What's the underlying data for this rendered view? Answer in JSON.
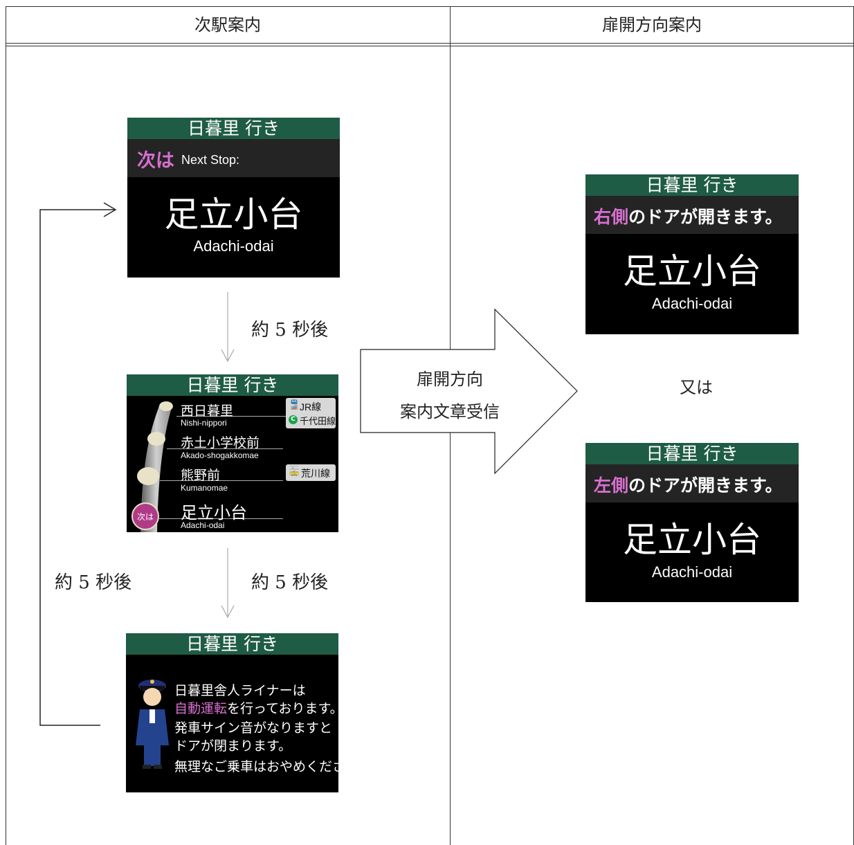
{
  "headers": {
    "left": "次駅案内",
    "right": "扉開方向案内"
  },
  "next_stop_screen": {
    "destination": "日暮里 行き",
    "next_ja": "次は",
    "next_en": "Next Stop:",
    "station_ja": "足立小台",
    "station_en": "Adachi-odai"
  },
  "route_screen": {
    "destination": "日暮里 行き",
    "stations": [
      {
        "ja": "西日暮里",
        "en": "Nishi-nippori"
      },
      {
        "ja": "赤土小学校前",
        "en": "Akado-shogakkomae"
      },
      {
        "ja": "熊野前",
        "en": "Kumanomae"
      },
      {
        "ja": "足立小台",
        "en": "Adachi-odai"
      }
    ],
    "next_marker": "次は",
    "transfer_jr": "JR線",
    "transfer_chiyoda": "千代田線",
    "transfer_arakawa": "荒川線"
  },
  "notice_screen": {
    "destination": "日暮里 行き",
    "line1": "日暮里舎人ライナーは",
    "line2_highlight": "自動運転",
    "line2_rest": "を行っております。",
    "line3": "発車サイン音がなりますと",
    "line4": "ドアが閉まります。",
    "line5": "無理なご乗車はおやめください。"
  },
  "captions": {
    "after1": "約 5 秒後",
    "after2": "約 5 秒後",
    "loop": "約 5 秒後",
    "arrow_line1": "扉開方向",
    "arrow_line2": "案内文章受信",
    "or": "又は"
  },
  "door_right_screen": {
    "destination": "日暮里 行き",
    "side": "右側",
    "message_rest": "のドアが開きます。",
    "station_ja": "足立小台",
    "station_en": "Adachi-odai"
  },
  "door_left_screen": {
    "destination": "日暮里 行き",
    "side": "左側",
    "message_rest": "のドアが開きます。",
    "station_ja": "足立小台",
    "station_en": "Adachi-odai"
  },
  "colors": {
    "header_green": "#1f5c45",
    "accent_magenta": "#d86fd0",
    "screen_black": "#000000"
  }
}
